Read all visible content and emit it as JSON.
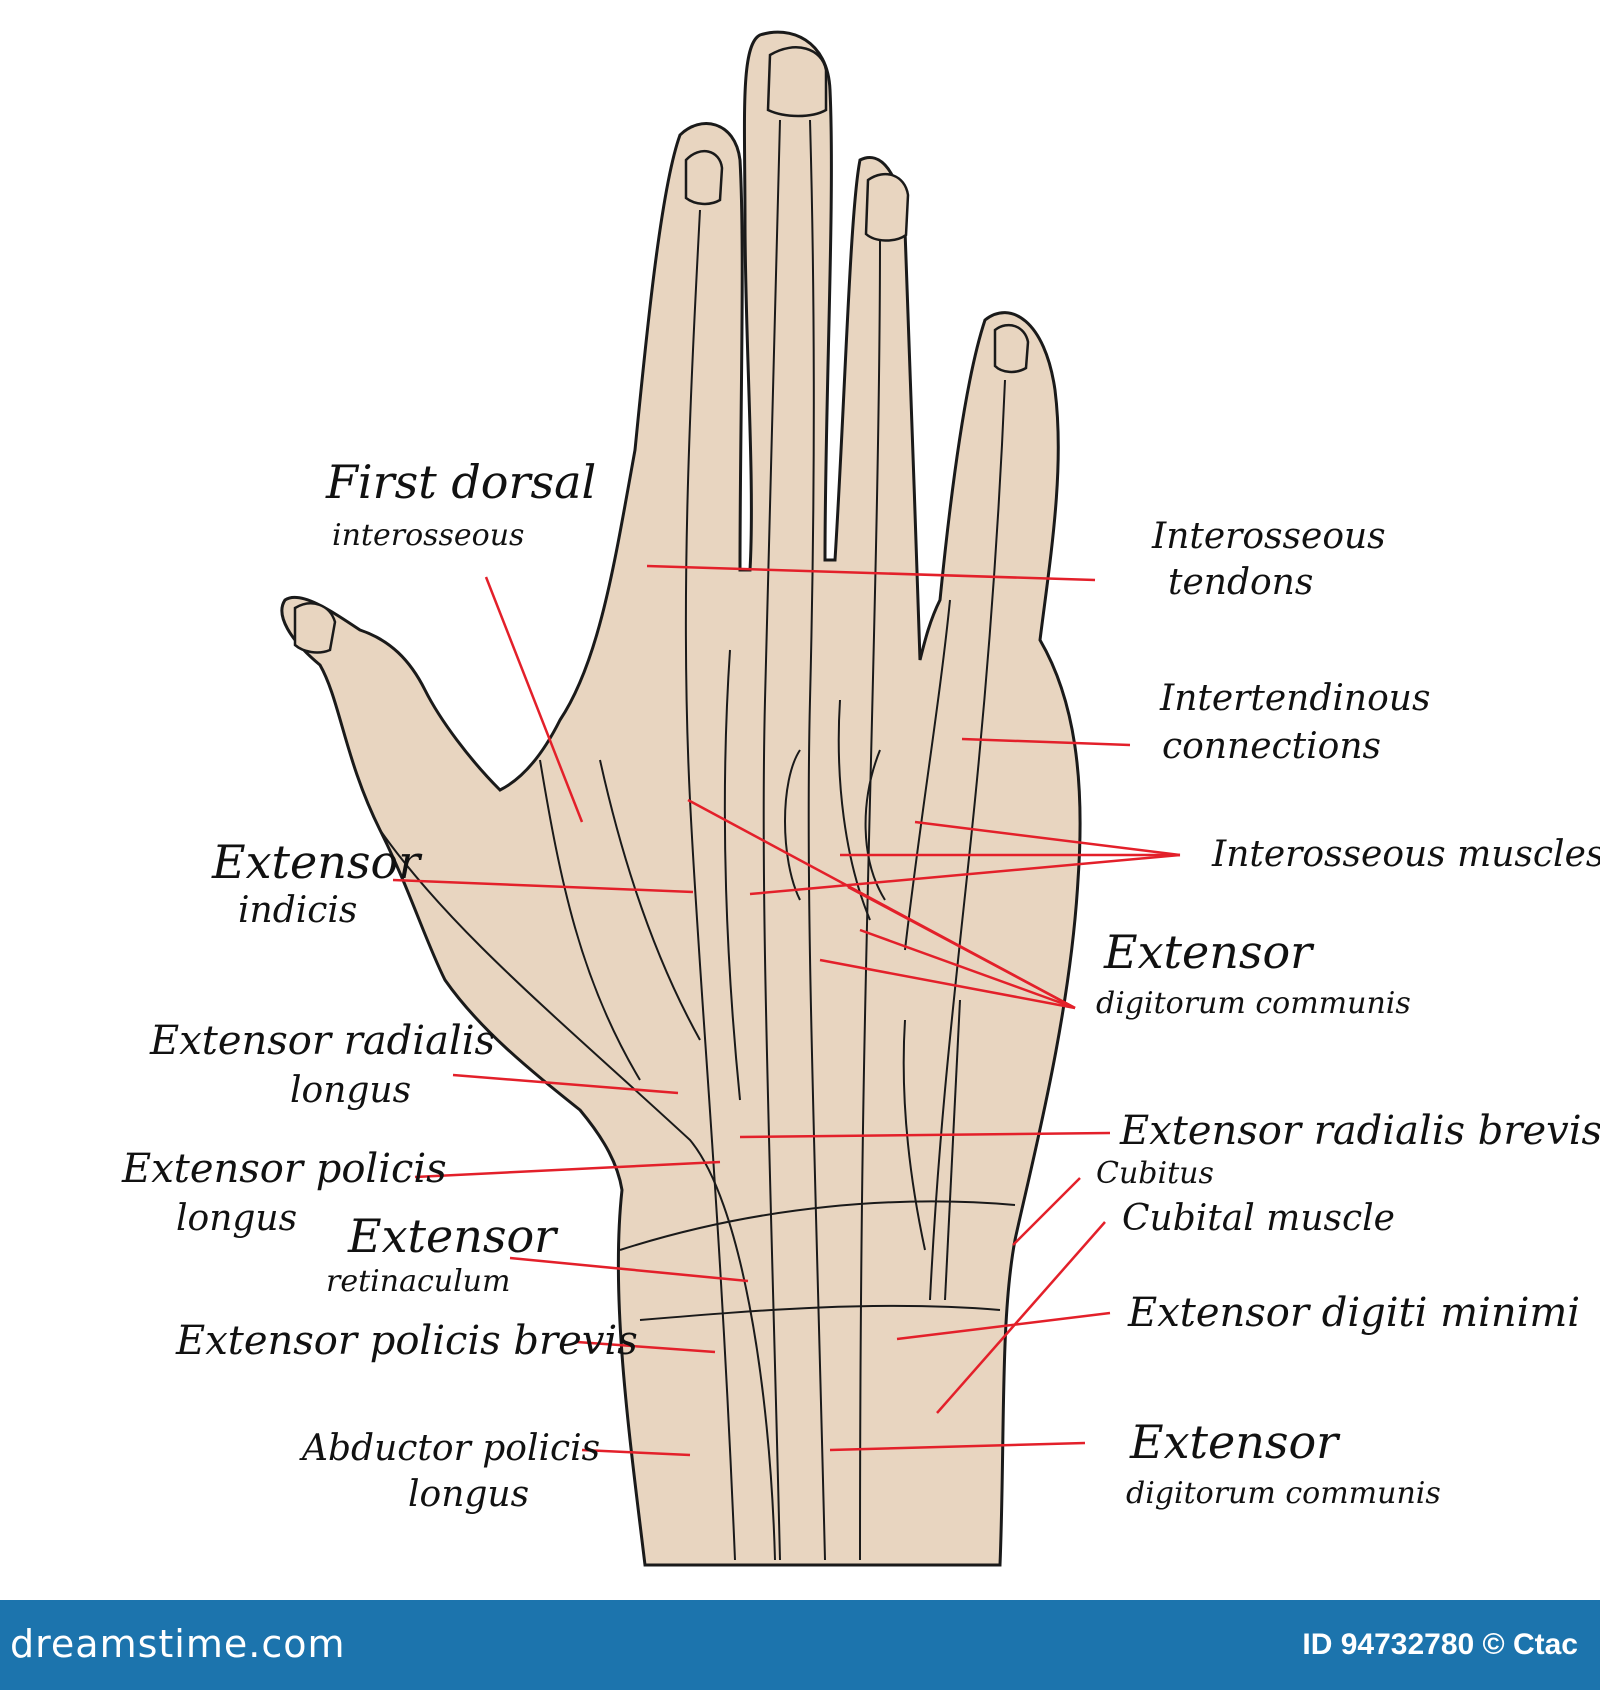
{
  "labels": {
    "first_dorsal_1": "First dorsal",
    "first_dorsal_2": "interosseous",
    "interosseous_tendons_1": "Interosseous",
    "interosseous_tendons_2": "tendons",
    "intertendinous_1": "Intertendinous",
    "intertendinous_2": "connections",
    "interosseous_muscles": "Interosseous muscles",
    "extensor_indicis_1": "Extensor",
    "extensor_indicis_2": "indicis",
    "edc_upper_1": "Extensor",
    "edc_upper_2": "digitorum communis",
    "ecrl_1": "Extensor radialis",
    "ecrl_2": "longus",
    "ecrb": "Extensor radialis brevis",
    "epl_1": "Extensor policis",
    "epl_2": "longus",
    "cubitus": "Cubitus",
    "cubital_muscle": "Cubital muscle",
    "retinaculum_1": "Extensor",
    "retinaculum_2": "retinaculum",
    "epb": "Extensor policis brevis",
    "edm": "Extensor digiti minimi",
    "apl_1": "Abductor policis",
    "apl_2": "longus",
    "edc_lower_1": "Extensor",
    "edc_lower_2": "digitorum communis"
  },
  "footer": {
    "brand": "dreamstime.com",
    "credit": "ID 94732780 © Ctac"
  },
  "colors": {
    "skin": "#e8d5c0",
    "outline": "#1a1a1a",
    "leader_line": "#e3202a",
    "footer_bg": "#1c74ad"
  }
}
